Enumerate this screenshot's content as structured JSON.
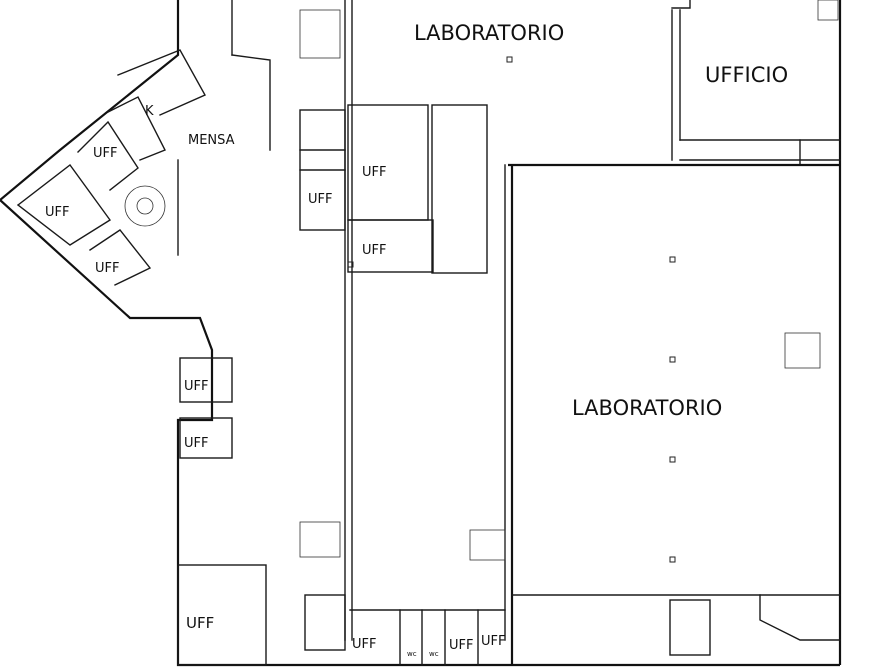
{
  "rooms": {
    "lab_top": "LABORATORIO",
    "ufficio": "UFFICIO",
    "lab_main": "LABORATORIO",
    "mensa": "MENSA",
    "k": "K",
    "uff_1": "UFF",
    "uff_2": "UFF",
    "uff_3": "UFF",
    "uff_4": "UFF",
    "uff_5": "UFF",
    "uff_6": "UFF",
    "uff_7": "UFF",
    "uff_8": "UFF",
    "uff_9": "UFF",
    "uff_10": "UFF",
    "uff_11": "UFF",
    "uff_12": "UFF"
  }
}
